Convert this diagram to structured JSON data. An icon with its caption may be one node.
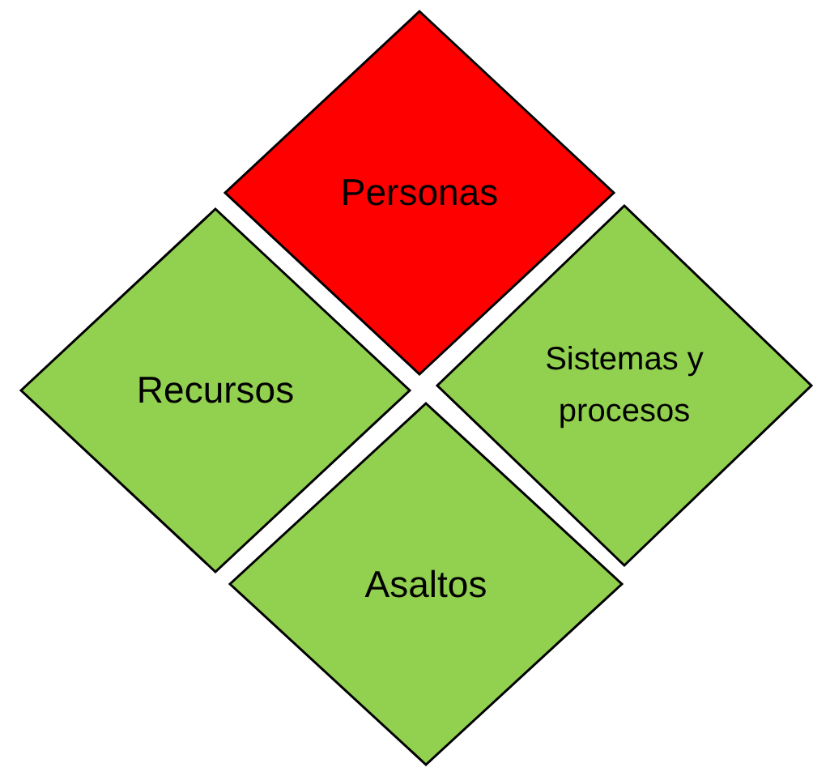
{
  "diagram": {
    "nodes": [
      {
        "text": [
          "Personas"
        ]
      },
      {
        "text": [
          "Recursos"
        ]
      },
      {
        "text": [
          "Sistemas y procesos"
        ]
      },
      {
        "text": [
          "Asaltos"
        ]
      }
    ]
  }
}
